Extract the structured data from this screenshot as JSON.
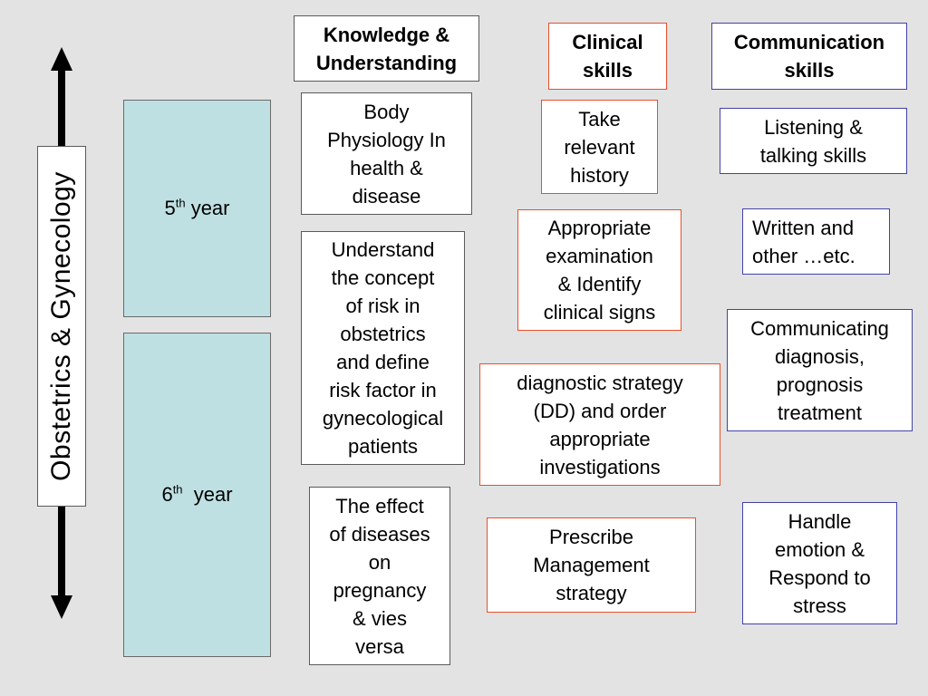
{
  "side_label": "Obstetrics & Gynecology",
  "years": [
    {
      "num": "5",
      "sup": "th",
      "label": " year"
    },
    {
      "num": "6",
      "sup": "th",
      "label": "  year"
    }
  ],
  "headers": {
    "knowledge": "Knowledge &\nUnderstanding",
    "clinical": "Clinical\nskills",
    "communication": "Communication\nskills"
  },
  "knowledge_items": [
    "Body\nPhysiology In\nhealth &\ndisease",
    "Understand\nthe concept\nof risk in\nobstetrics\nand define\nrisk factor in\ngynecological\npatients",
    "The effect\nof diseases\non\npregnancy\n& vies\nversa"
  ],
  "clinical_items": [
    "Take\nrelevant\nhistory",
    "Appropriate\nexamination\n& Identify\nclinical signs",
    "diagnostic strategy\n(DD) and order\nappropriate\ninvestigations",
    "Prescribe\nManagement\nstrategy"
  ],
  "communication_items": [
    "Listening &\ntalking skills",
    "Written and\nother …etc.",
    "Communicating\ndiagnosis,\nprognosis\ntreatment",
    "Handle\nemotion &\nRespond to\nstress"
  ],
  "colors": {
    "background": "#e3e3e3",
    "year_fill": "#bfe0e3",
    "knowledge_border": "#5a5a5a",
    "clinical_border": "#e8502a",
    "communication_border": "#4343a8"
  }
}
